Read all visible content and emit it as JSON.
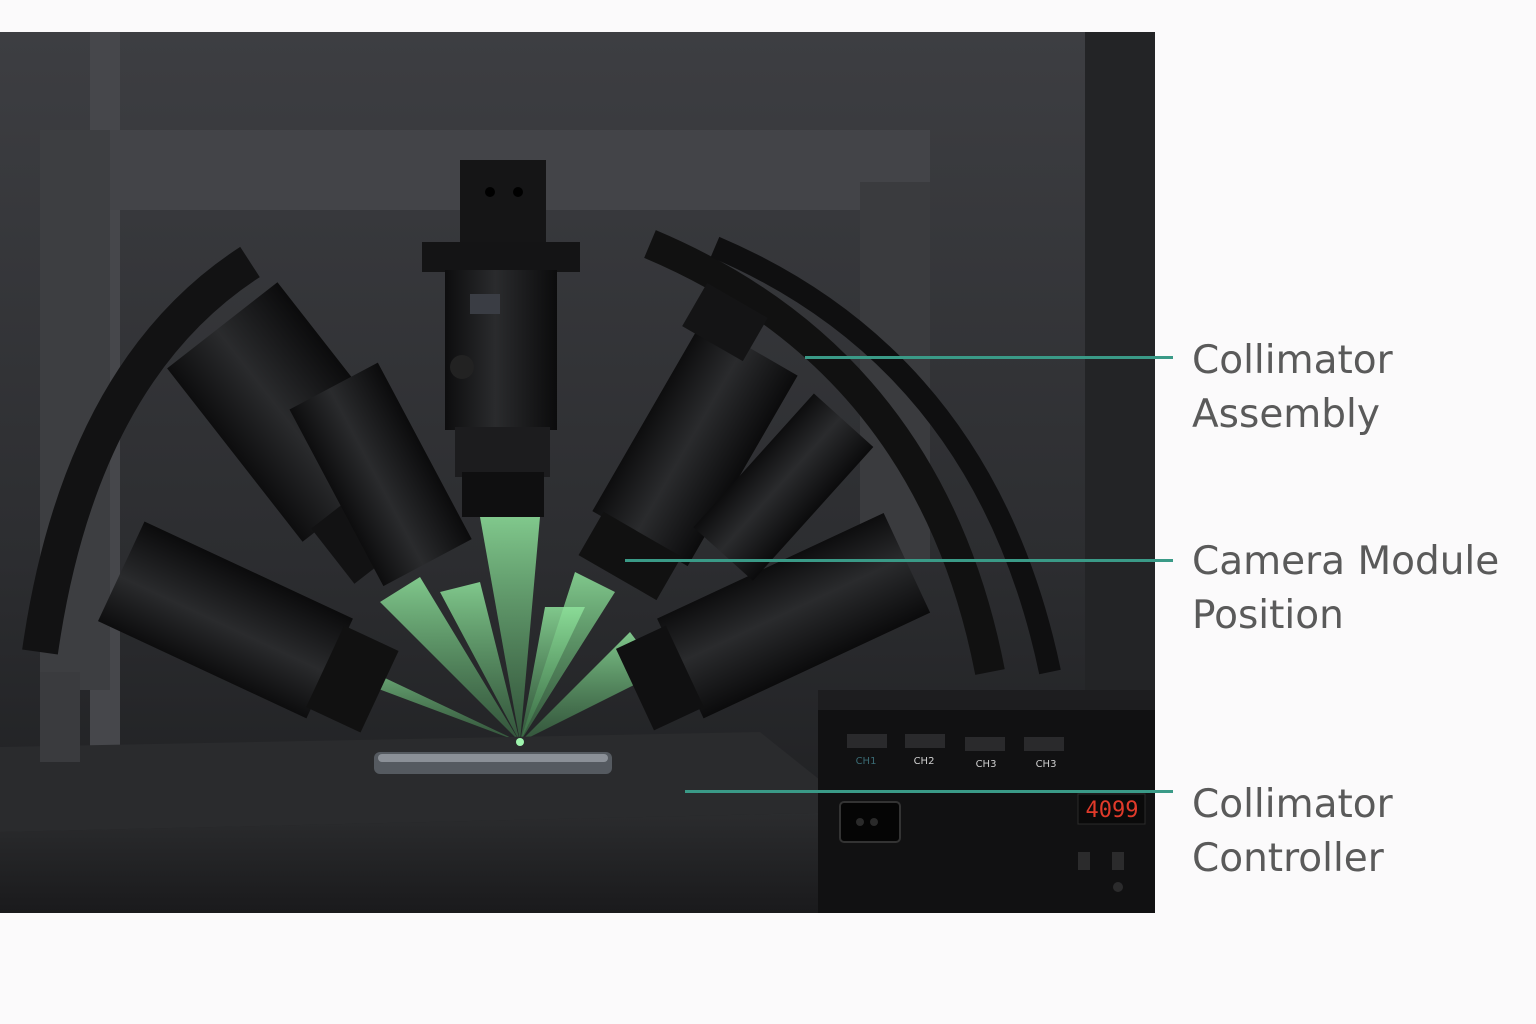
{
  "callouts": [
    {
      "line1": "Collimator",
      "line2": "Assembly"
    },
    {
      "line1": "Camera Module",
      "line2": "Position"
    },
    {
      "line1": "Collimator",
      "line2": "Controller"
    }
  ],
  "controller": {
    "channels": [
      "CH1",
      "CH2",
      "CH3",
      "CH3"
    ],
    "display": "4099",
    "display_color": "#e03a2a"
  },
  "colors": {
    "accent_line": "#3a9a87",
    "beam": "#7fd38e",
    "label_text": "#5a5a5a"
  }
}
